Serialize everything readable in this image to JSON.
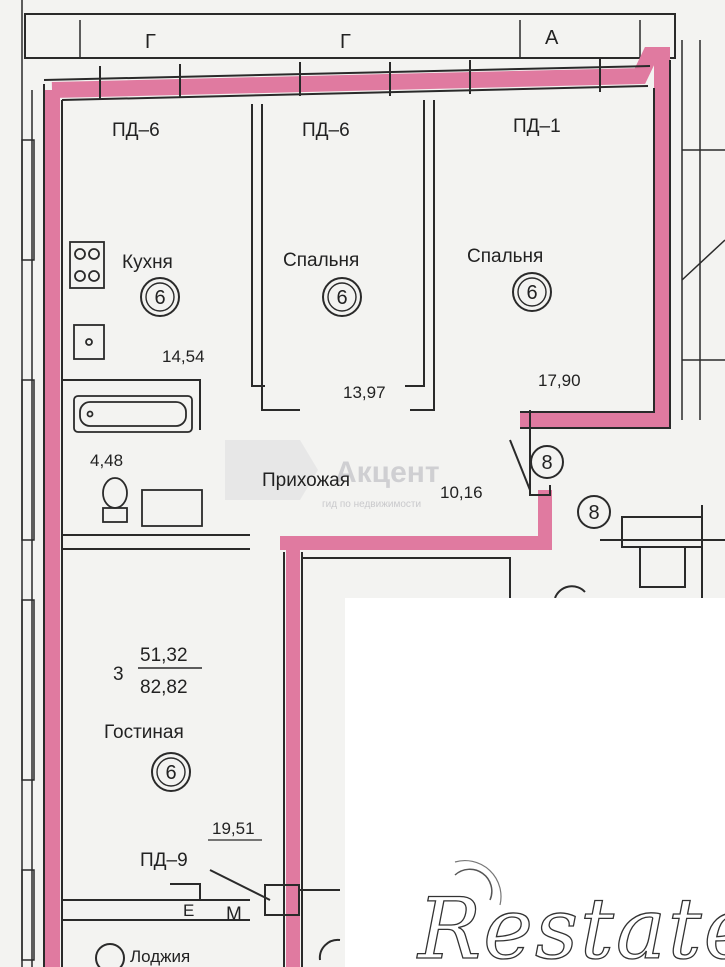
{
  "axes": {
    "g1": "Г",
    "g2": "Г",
    "a": "А"
  },
  "panels": {
    "p1": "ПД–6",
    "p2": "ПД–6",
    "p3": "ПД–1",
    "p4": "ПД–9"
  },
  "rooms": {
    "kitchen": {
      "label": "Кухня",
      "area": "14,54",
      "mark": "6"
    },
    "bedroom1": {
      "label": "Спальня",
      "area": "13,97",
      "mark": "6"
    },
    "bedroom2": {
      "label": "Спальня",
      "area": "17,90",
      "mark": "6"
    },
    "bathroom": {
      "area": "4,48"
    },
    "hallway": {
      "label": "Прихожая",
      "area": "10,16"
    },
    "living": {
      "label": "Гостиная",
      "area": "19,51",
      "mark": "6"
    },
    "loggia": {
      "label": "Лоджия"
    }
  },
  "summary": {
    "rooms_count": "3",
    "living_area": "51,32",
    "total_area": "82,82"
  },
  "marks": {
    "m8a": "8",
    "m8b": "8",
    "m_letter": "М",
    "e_letter": "Е"
  },
  "watermark": {
    "name": "Акцент",
    "tagline": "гид по недвижимости"
  },
  "brand": {
    "name": "Restate"
  },
  "colors": {
    "wall_highlight": "#e07aa0",
    "line": "#2a2a2a",
    "paper": "#f3f3f1"
  }
}
